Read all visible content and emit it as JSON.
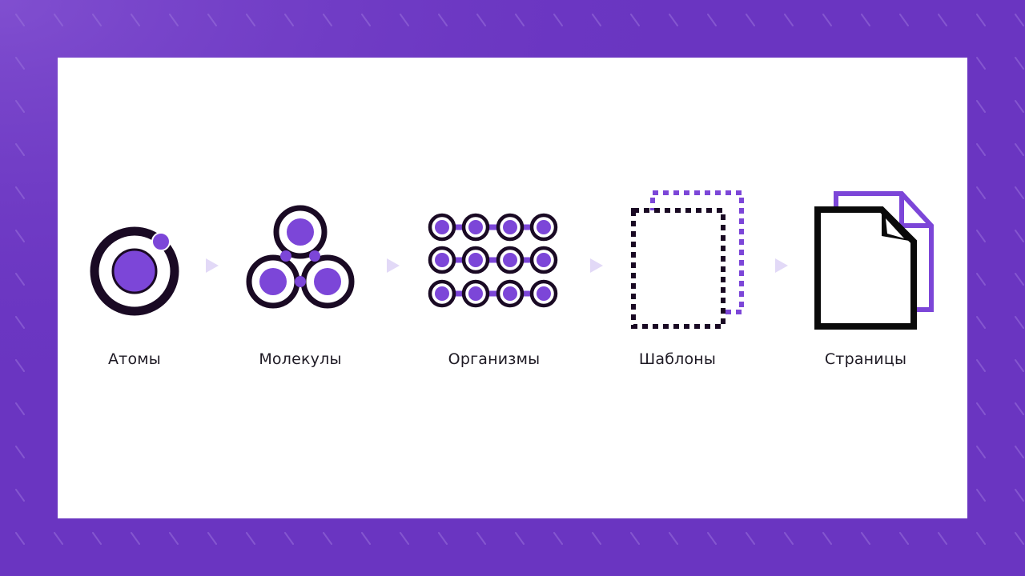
{
  "theme": {
    "background": "#6a35c1",
    "card": "#ffffff",
    "accent": "#7c46d8",
    "ink": "#1a0a24",
    "arrow": "#e2d9f7"
  },
  "stages": [
    {
      "label": "Атомы",
      "icon": "atom-icon"
    },
    {
      "label": "Молекулы",
      "icon": "molecule-icon"
    },
    {
      "label": "Организмы",
      "icon": "organism-icon"
    },
    {
      "label": "Шаблоны",
      "icon": "template-icon"
    },
    {
      "label": "Страницы",
      "icon": "pages-icon"
    }
  ]
}
